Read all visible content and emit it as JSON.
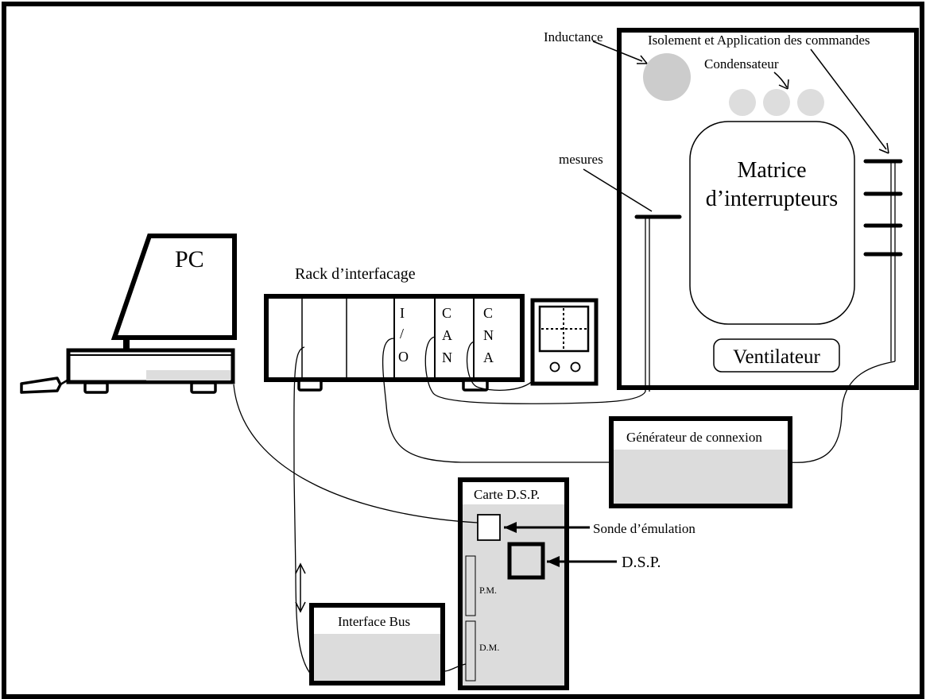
{
  "labels": {
    "pc": "PC",
    "rack_title": "Rack d’interfacage",
    "slot_io": [
      "I",
      "/",
      "O"
    ],
    "slot_can": [
      "C",
      "A",
      "N"
    ],
    "slot_cna": [
      "C",
      "N",
      "A"
    ],
    "inductance": "Inductance",
    "isolement": "Isolement et Application des commandes",
    "condensateur": "Condensateur",
    "mesures": "mesures",
    "matrice_line1": "Matrice",
    "matrice_line2": "d’interrupteurs",
    "ventilateur": "Ventilateur",
    "generateur": "Générateur de connexion",
    "carte_dsp": "Carte D.S.P.",
    "sonde": "Sonde d’émulation",
    "dsp": "D.S.P.",
    "pm": "P.M.",
    "dm": "D.M.",
    "interface_bus": "Interface Bus"
  },
  "colors": {
    "ink": "#000000",
    "panel_fill": "#dcdcdc",
    "component_fill": "#cccccc",
    "background": "#ffffff"
  }
}
